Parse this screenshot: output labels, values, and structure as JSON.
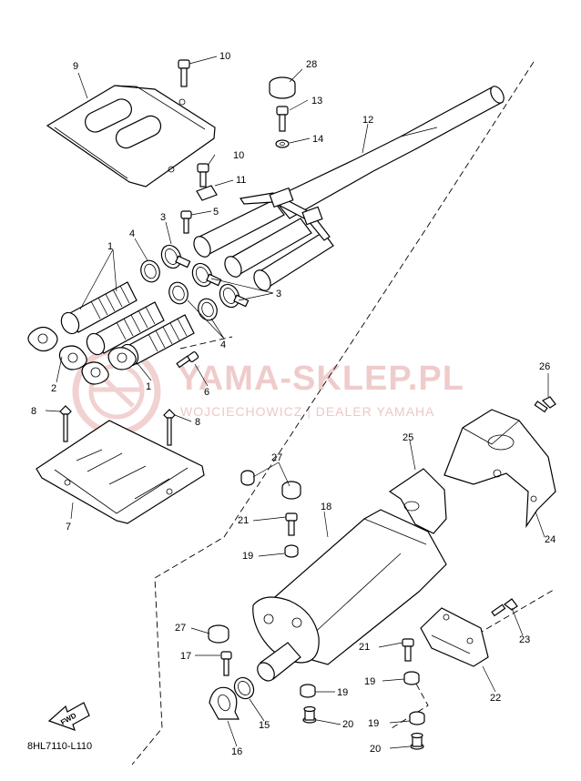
{
  "watermark": {
    "title": "YAMA-SKLEP.PL",
    "subtitle": "WOJCIECHOWICZ | DEALER YAMAHA"
  },
  "diagram_code": "8HL7110-L110",
  "fwd_label": "FWD",
  "callouts": {
    "n1a": "1",
    "n1b": "1",
    "n2": "2",
    "n3a": "3",
    "n3b": "3",
    "n4a": "4",
    "n4b": "4",
    "n5": "5",
    "n6": "6",
    "n7": "7",
    "n8a": "8",
    "n8b": "8",
    "n9": "9",
    "n10a": "10",
    "n10b": "10",
    "n11": "11",
    "n12": "12",
    "n13": "13",
    "n14": "14",
    "n15": "15",
    "n16": "16",
    "n17": "17",
    "n18": "18",
    "n19a": "19",
    "n19b": "19",
    "n19c": "19",
    "n19d": "19",
    "n20a": "20",
    "n20b": "20",
    "n21a": "21",
    "n21b": "21",
    "n22": "22",
    "n23": "23",
    "n24": "24",
    "n25": "25",
    "n26": "26",
    "n27a": "27",
    "n27b": "27",
    "n28": "28"
  }
}
